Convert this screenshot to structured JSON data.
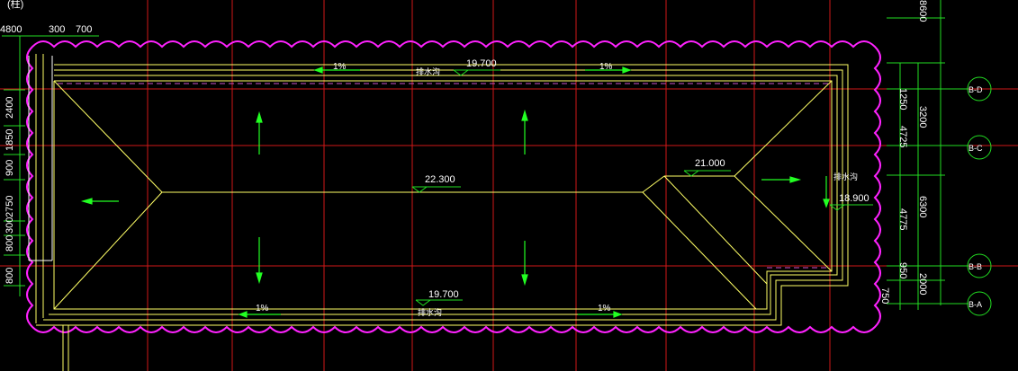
{
  "colors": {
    "background": "#000000",
    "axis_line": "#d01818",
    "outline": "#ffff66",
    "revision_cloud": "#ff22ff",
    "slope_arrow": "#22ff22",
    "text": "#ffffff",
    "dashed": "#cc55cc",
    "dimension": "#22dd22"
  },
  "dims": {
    "top_left_a": "4800",
    "top_left_b": "300",
    "top_left_c": "700",
    "top_left_d": "(柱)",
    "left": [
      "2400",
      "1850",
      "900",
      "2750",
      "300",
      "800",
      "800"
    ],
    "right_inner": [
      "1250",
      "4725",
      "4775",
      "950",
      "750"
    ],
    "right_outer": [
      "3200",
      "6300",
      "2000"
    ],
    "right_top": "8600"
  },
  "grid_labels": [
    "B-D",
    "B-C",
    "B-B",
    "B-A"
  ],
  "elevations": {
    "top_eave": "19.700",
    "bottom_eave": "19.700",
    "ridge": "22.300",
    "ridge_right": "21.000",
    "right_eave": "18.900"
  },
  "slopes": {
    "top_left": "1%",
    "top_right": "1%",
    "bottom_left": "1%",
    "bottom_right": "1%"
  },
  "gutter_labels": {
    "top": "排水沟",
    "bottom": "排水沟",
    "right": "排水沟"
  }
}
